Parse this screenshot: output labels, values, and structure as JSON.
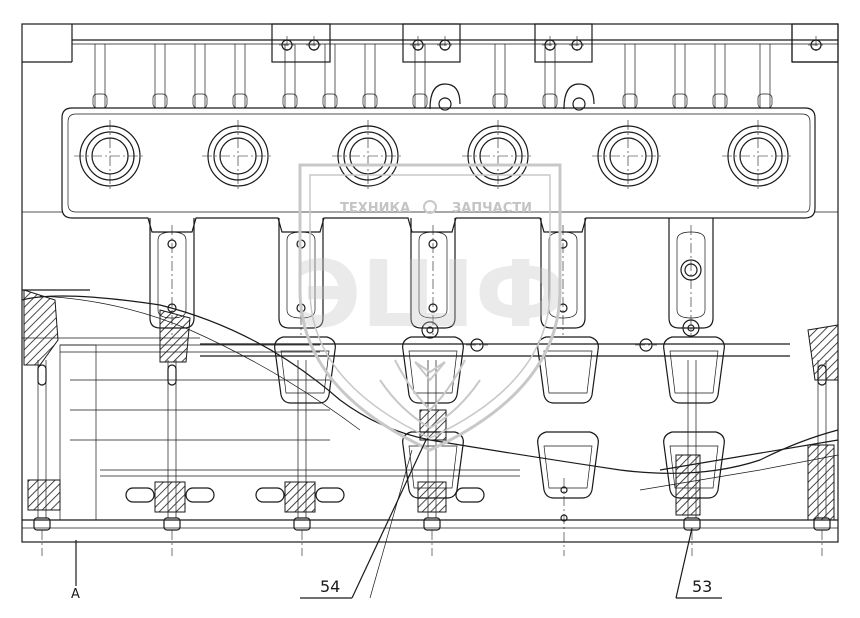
{
  "watermark": {
    "line1_left": "ТЕХНИКА",
    "line1_right": "ЗАПЧАСТИ",
    "monogram": "ЭШФ"
  },
  "callouts": [
    {
      "id": "callout-54",
      "text": "54"
    },
    {
      "id": "callout-53",
      "text": "53"
    }
  ],
  "section_mark": "A"
}
